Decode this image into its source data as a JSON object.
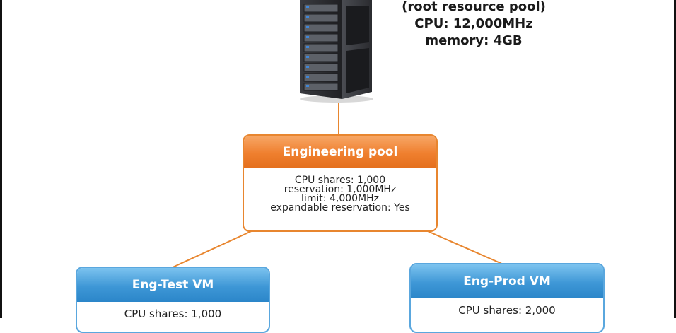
{
  "root": {
    "lines": [
      "(root resource pool)",
      "CPU: 12,000MHz",
      "memory: 4GB"
    ]
  },
  "pool": {
    "title": "Engineering pool",
    "lines": [
      "CPU shares: 1,000",
      "reservation: 1,000MHz",
      "limit: 4,000MHz",
      "expandable reservation: Yes"
    ]
  },
  "vms": [
    {
      "title": "Eng-Test VM",
      "lines": [
        "CPU shares: 1,000"
      ]
    },
    {
      "title": "Eng-Prod VM",
      "lines": [
        "CPU shares: 2,000"
      ]
    }
  ],
  "colors": {
    "pool_accent": "#ef7f2e",
    "vm_accent": "#3e97d6",
    "connector": "#e8862f"
  },
  "icons": [
    "server-rack-icon"
  ]
}
